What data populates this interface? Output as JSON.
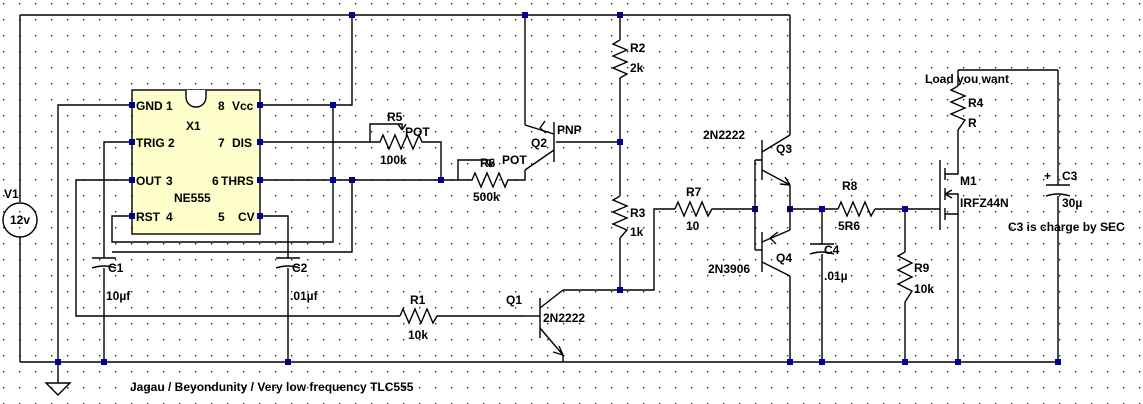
{
  "ic": {
    "name": "X1",
    "part": "NE555",
    "pins": [
      "GND",
      "1",
      "TRIG",
      "2",
      "OUT",
      "3",
      "RST",
      "4",
      "8",
      "Vcc",
      "7",
      "DIS",
      "6",
      "THRS",
      "5",
      "CV"
    ]
  },
  "v1": {
    "name": "V1",
    "value": "12v"
  },
  "resistors": [
    {
      "name": "R1",
      "value": "10k"
    },
    {
      "name": "R2",
      "value": "2k"
    },
    {
      "name": "R3",
      "value": "1k"
    },
    {
      "name": "R4",
      "value": "R"
    },
    {
      "name": "R5",
      "value": "100k",
      "type": "POT"
    },
    {
      "name": "R6",
      "value": "500k",
      "type": "POT"
    },
    {
      "name": "R7",
      "value": "10"
    },
    {
      "name": "R8",
      "value": "5R6"
    },
    {
      "name": "R9",
      "value": "10k"
    }
  ],
  "capacitors": [
    {
      "name": "C1",
      "value": "10µf"
    },
    {
      "name": "C2",
      "value": ".01µf"
    },
    {
      "name": "C3",
      "value": "30µ"
    },
    {
      "name": "C4",
      "value": ".01µ"
    }
  ],
  "transistors": [
    {
      "name": "Q1",
      "part": "2N2222"
    },
    {
      "name": "Q2",
      "part": "PNP"
    },
    {
      "name": "Q3",
      "part": "2N2222"
    },
    {
      "name": "Q4",
      "part": "2N3906"
    },
    {
      "name": "M1",
      "part": "IRFZ44N"
    }
  ],
  "c3_polarity": "+",
  "notes": {
    "load": "Load you want",
    "c3_note": "C3 is charge by SEC",
    "footer": "Jagau / Beyondunity / Very low frequency TLC555"
  }
}
